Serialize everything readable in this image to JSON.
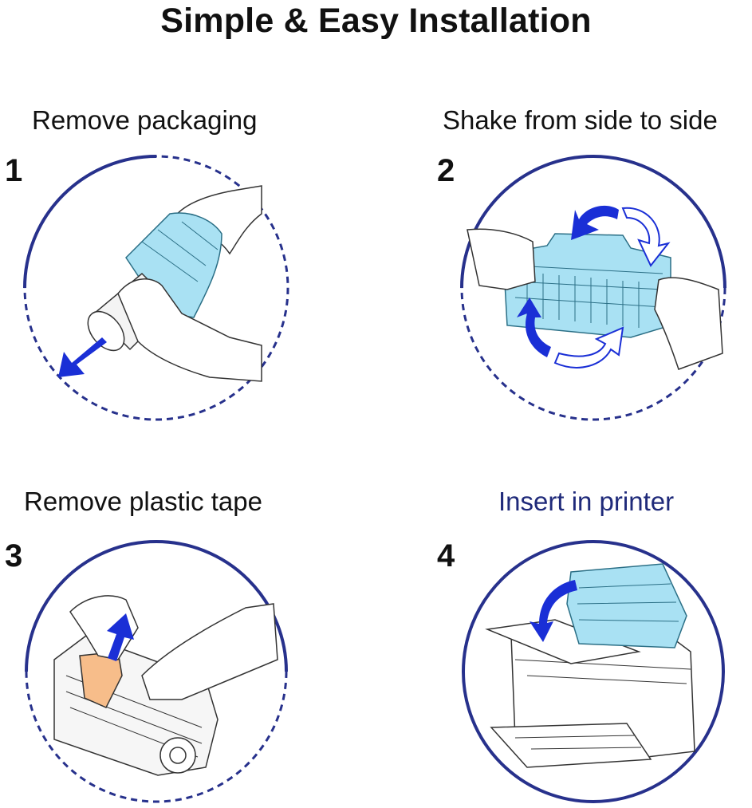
{
  "title": "Simple & Easy Installation",
  "colors": {
    "circle": "#27318c",
    "arrow": "#1a2fd6",
    "cartridge": "#a9e1f3",
    "tape": "#f7bd8a",
    "highlight_label": "#1f2a7a"
  },
  "steps": [
    {
      "number": "1",
      "label": "Remove packaging",
      "icon": "unpack-cartridge-icon"
    },
    {
      "number": "2",
      "label": "Shake from side to side",
      "icon": "shake-cartridge-icon"
    },
    {
      "number": "3",
      "label": "Remove plastic tape",
      "icon": "remove-tape-icon"
    },
    {
      "number": "4",
      "label": "Insert in printer",
      "icon": "insert-printer-icon"
    }
  ]
}
